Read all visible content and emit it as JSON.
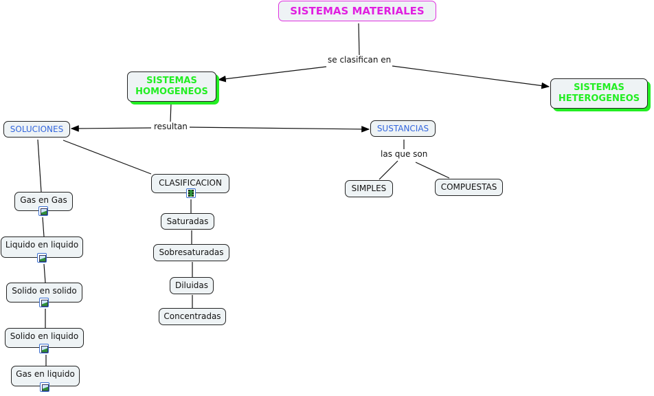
{
  "nodes": {
    "title": "SISTEMAS MATERIALES",
    "homogeneos": "SISTEMAS HOMOGENEOS",
    "heterogeneos": "SISTEMAS HETEROGENEOS",
    "soluciones": "SOLUCIONES",
    "sustancias": "SUSTANCIAS",
    "clasificacion": "CLASIFICACION",
    "simples": "SIMPLES",
    "compuestas": "COMPUESTAS",
    "gas_gas": "Gas en Gas",
    "liquido_liquido": "Liquido en liquido",
    "solido_solido": "Solido en solido",
    "solido_liquido": "Solido en liquido",
    "gas_liquido": "Gas en liquido",
    "saturadas": "Saturadas",
    "sobresaturadas": "Sobresaturadas",
    "diluidas": "Diluidas",
    "concentradas": "Concentradas"
  },
  "links": {
    "se_clasifican": "se clasifican en",
    "resultan": "resultan",
    "las_que_son": "las que son"
  },
  "colors": {
    "title": "#e020e0",
    "green": "#22ee22",
    "blue": "#3366dd"
  }
}
